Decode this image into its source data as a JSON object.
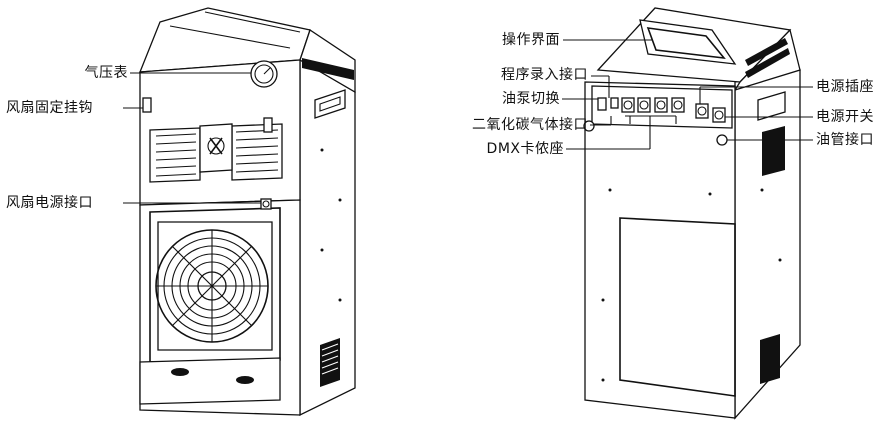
{
  "left_labels": {
    "pressure_gauge": "气压表",
    "fan_hook": "风扇固定挂钩",
    "fan_power_port": "风扇电源接口"
  },
  "right_labels": {
    "interface": "操作界面",
    "program_port": "程序录入接口",
    "pump_switch": "油泵切换",
    "co2_port": "二氧化碳气体接口",
    "dmx": "DMX卡侬座",
    "power_socket": "电源插座",
    "power_switch": "电源开关",
    "oil_pipe": "油管接口"
  }
}
